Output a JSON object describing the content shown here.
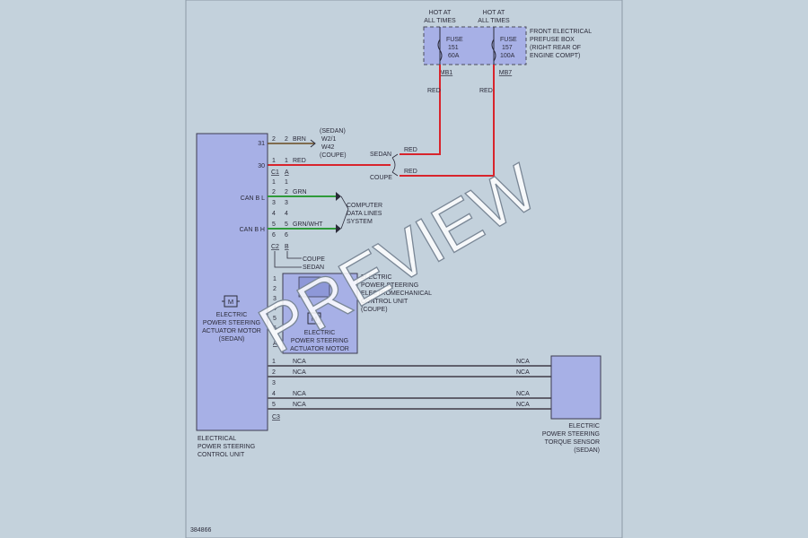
{
  "diagram": {
    "figure_id": "384866",
    "watermark": "PREVIEW",
    "fuse_box": {
      "hot_left": [
        "HOT AT",
        "ALL TIMES"
      ],
      "hot_right": [
        "HOT AT",
        "ALL TIMES"
      ],
      "fuse_left": [
        "FUSE",
        "151",
        "60A"
      ],
      "fuse_right": [
        "FUSE",
        "157",
        "100A"
      ],
      "conn_left": "MB1",
      "conn_right": "MB7",
      "label": [
        "FRONT ELECTRICAL",
        "PREFUSE BOX",
        "(RIGHT REAR OF",
        "ENGINE COMPT)"
      ]
    },
    "wires": {
      "red_left": "RED",
      "red_right": "RED",
      "red_sedan": "RED",
      "red_coupe": "RED",
      "sedan": "SEDAN",
      "coupe": "COUPE",
      "pin31_brn": "BRN",
      "pin30_red": "RED",
      "grn": "GRN",
      "grn_wht": "GRN/WHT",
      "nca": "NCA"
    },
    "pins": {
      "p31": "31",
      "p30": "30",
      "c1": "C1",
      "a": "A",
      "b": "B",
      "c2": "C2",
      "c3": "C3",
      "n1": "1",
      "n2": "2",
      "n3": "3",
      "n4": "4",
      "n5": "5",
      "n6": "6"
    },
    "brn_dest": [
      "(SEDAN)",
      "W2/1",
      "W42",
      "(COUPE)"
    ],
    "computer_data_lines": [
      "COMPUTER",
      "DATA LINES",
      "SYSTEM"
    ],
    "variant_coupe": "COUPE",
    "variant_sedan": "SEDAN",
    "control_unit": {
      "can_l": "CAN B L",
      "can_h": "CAN B H",
      "motor_symbol": "M",
      "motor_label": [
        "ELECTRIC",
        "POWER STEERING",
        "ACTUATOR MOTOR",
        "(SEDAN)"
      ],
      "caption": [
        "ELECTRICAL",
        "POWER STEERING",
        "CONTROL UNIT"
      ]
    },
    "coupe_motor": {
      "symbol": "M",
      "inner_label": [
        "ELECTRIC",
        "POWER STEERING",
        "ACTUATOR MOTOR"
      ],
      "side_label": [
        "ELECTRIC",
        "POWER STEERING",
        "ELECTROMECHANICAL",
        "CONTROL UNIT",
        "(COUPE)"
      ]
    },
    "torque_sensor": {
      "caption": [
        "ELECTRIC",
        "POWER STEERING",
        "TORQUE SENSOR",
        "(SEDAN)"
      ]
    }
  }
}
